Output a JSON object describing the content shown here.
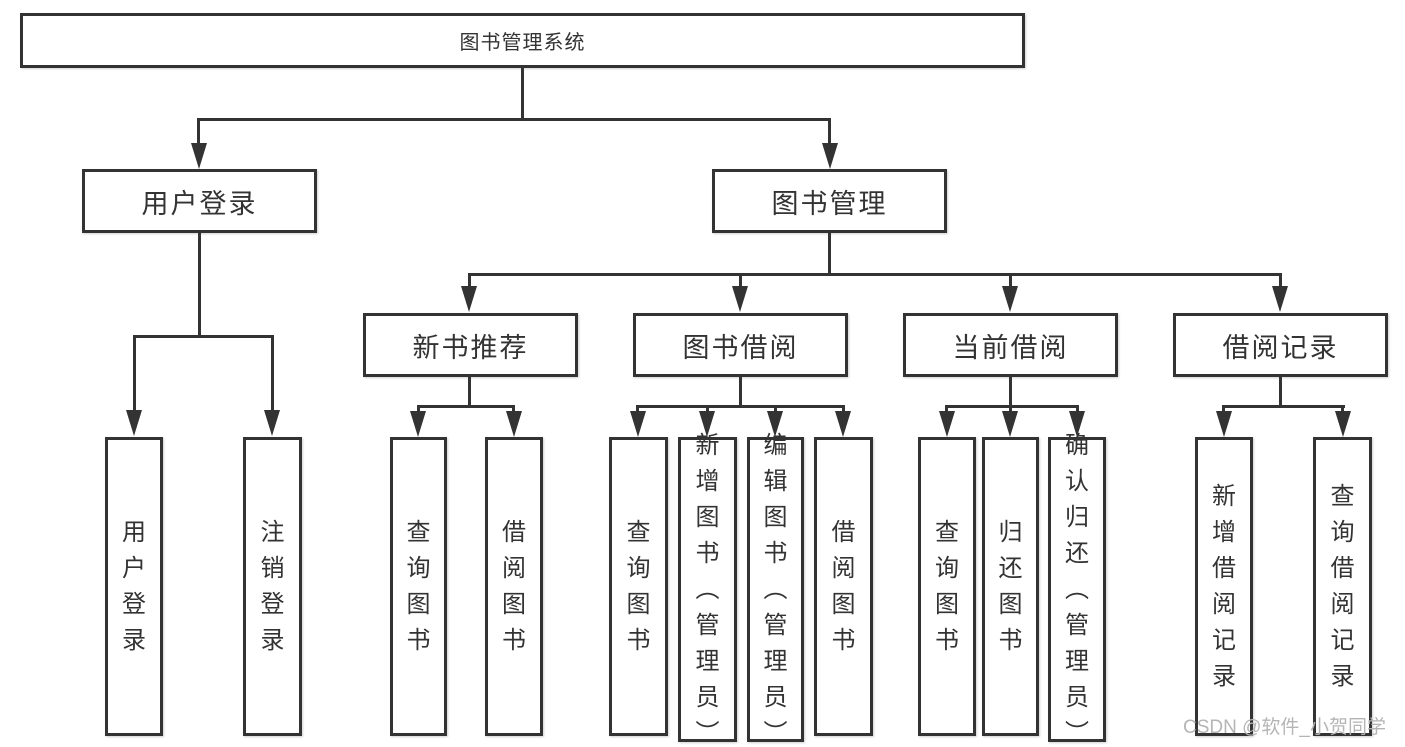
{
  "diagram": {
    "root": {
      "label": "图书管理系统"
    },
    "branches": [
      {
        "label": "用户登录",
        "children": [
          {
            "label": "用户登录"
          },
          {
            "label": "注销登录"
          }
        ]
      },
      {
        "label": "图书管理",
        "children": [
          {
            "label": "新书推荐",
            "children": [
              {
                "label": "查询图书"
              },
              {
                "label": "借阅图书"
              }
            ]
          },
          {
            "label": "图书借阅",
            "children": [
              {
                "label": "查询图书"
              },
              {
                "label": "新增图书（管理员）"
              },
              {
                "label": "编辑图书（管理员）"
              },
              {
                "label": "借阅图书"
              }
            ]
          },
          {
            "label": "当前借阅",
            "children": [
              {
                "label": "查询图书"
              },
              {
                "label": "归还图书"
              },
              {
                "label": "确认归还（管理员）"
              }
            ]
          },
          {
            "label": "借阅记录",
            "children": [
              {
                "label": "新增借阅记录"
              },
              {
                "label": "查询借阅记录"
              }
            ]
          }
        ]
      }
    ]
  },
  "watermark": {
    "text": "CSDN @软件_小贺同学"
  },
  "colors": {
    "line": "#333333",
    "text": "#333333",
    "watermark": "#b5b5b5",
    "background": "#ffffff"
  }
}
